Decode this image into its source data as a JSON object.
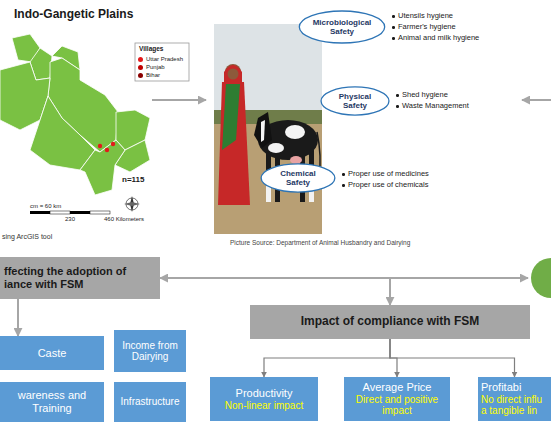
{
  "diagram": {
    "title": "Indo-Gangetic Plains",
    "nodes": [
      {
        "text": [
          "Microbiological Safety"
        ]
      },
      {
        "text": [
          "Physical Safety"
        ]
      },
      {
        "text": [
          "Chemical Safety"
        ]
      },
      {
        "text": [
          "ffecting the adoption of iance with FSM"
        ]
      },
      {
        "text": [
          "Caste"
        ]
      },
      {
        "text": [
          "Income from Dairying"
        ]
      },
      {
        "text": [
          "wareness and Training"
        ]
      },
      {
        "text": [
          "Infrastructure"
        ]
      },
      {
        "text": [
          "Impact of compliance with FSM"
        ]
      },
      {
        "text": [
          "Productivity",
          "Non-linear impact"
        ]
      },
      {
        "text": [
          "Average Price",
          "Direct and positive impact"
        ]
      },
      {
        "text": [
          "Profitabi",
          "No direct influ a tangible lin"
        ]
      }
    ],
    "edges": [
      {
        "from": 3,
        "to": 4,
        "arrow": "to"
      },
      {
        "from": 3,
        "to": 8,
        "arrow": "both"
      },
      {
        "from": 8,
        "to": 9,
        "arrow": "to"
      },
      {
        "from": 8,
        "to": 10,
        "arrow": "to"
      },
      {
        "from": 8,
        "to": 11,
        "arrow": "to"
      }
    ],
    "labels": [
      "Villages",
      "n=115",
      "cm = 60 km",
      "230",
      "460 Kilometers",
      "sing ArcGIS tool",
      "Utensils hygiene",
      "Farmer's hygiene",
      "Animal and milk hygiene",
      "Shed hygiene",
      "Waste Management",
      "Proper use of medicines",
      "Proper use of chemicals",
      "Picture Source: Department of Animal Husbandry and Dairying"
    ],
    "legend": [
      {
        "text": "Uttar Pradesh",
        "color": "#e31a1c"
      },
      {
        "text": "Punjab",
        "color": "#c00000"
      },
      {
        "text": "Bihar",
        "color": "#8b0000"
      }
    ]
  }
}
